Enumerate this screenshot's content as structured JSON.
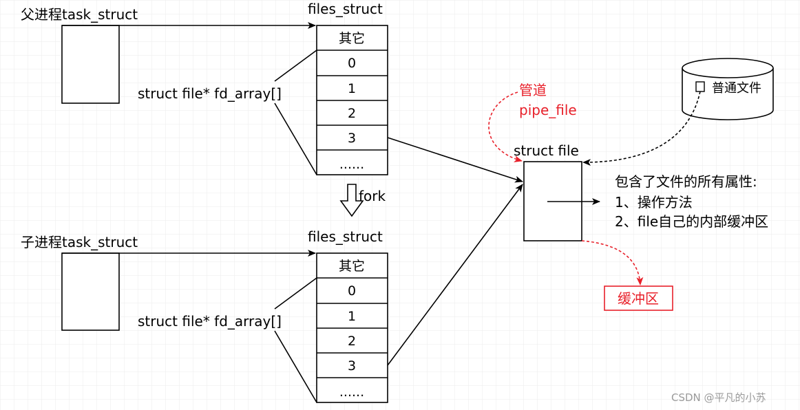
{
  "parent": {
    "task_label": "父进程task_struct",
    "files_label": "files_struct",
    "fd_label": "struct file* fd_array[]",
    "cells": [
      "其它",
      "0",
      "1",
      "2",
      "3",
      "......"
    ]
  },
  "fork_label": "fork",
  "child": {
    "task_label": "子进程task_struct",
    "files_label": "files_struct",
    "fd_label": "struct file* fd_array[]",
    "cells": [
      "其它",
      "0",
      "1",
      "2",
      "3",
      "......"
    ]
  },
  "pipe": {
    "label_line1": "管道",
    "label_line2": "pipe_file"
  },
  "struct_file_label": "struct file",
  "regular_file_label": "普通文件",
  "attributes": {
    "line1": "包含了文件的所有属性:",
    "line2": "1、操作方法",
    "line3": "2、file自己的内部缓冲区"
  },
  "buffer_label": "缓冲区",
  "watermark": "CSDN @平凡的小苏",
  "colors": {
    "red": "#e8202a",
    "black": "#000000",
    "grid": "#e9e9e9"
  }
}
